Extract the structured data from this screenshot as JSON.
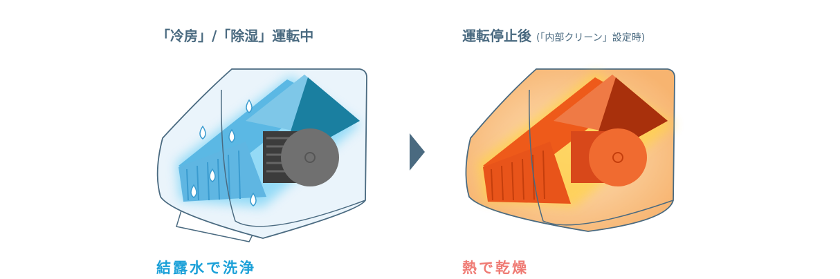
{
  "left": {
    "title": "「冷房」/「除湿」運転中",
    "caption": "結露水で洗浄",
    "caption_color": "#1aa0d8"
  },
  "right": {
    "title": "運転停止後",
    "title_note": "(「内部クリーン」設定時)",
    "caption": "熱で乾燥",
    "caption_color": "#ef7b74"
  },
  "arrow": {
    "icon": "triangle-right-icon",
    "color": "#4a6a80"
  },
  "colors": {
    "cool": "#4fb3e0",
    "warm": "#e85a1c",
    "outline": "#4a6a80"
  }
}
